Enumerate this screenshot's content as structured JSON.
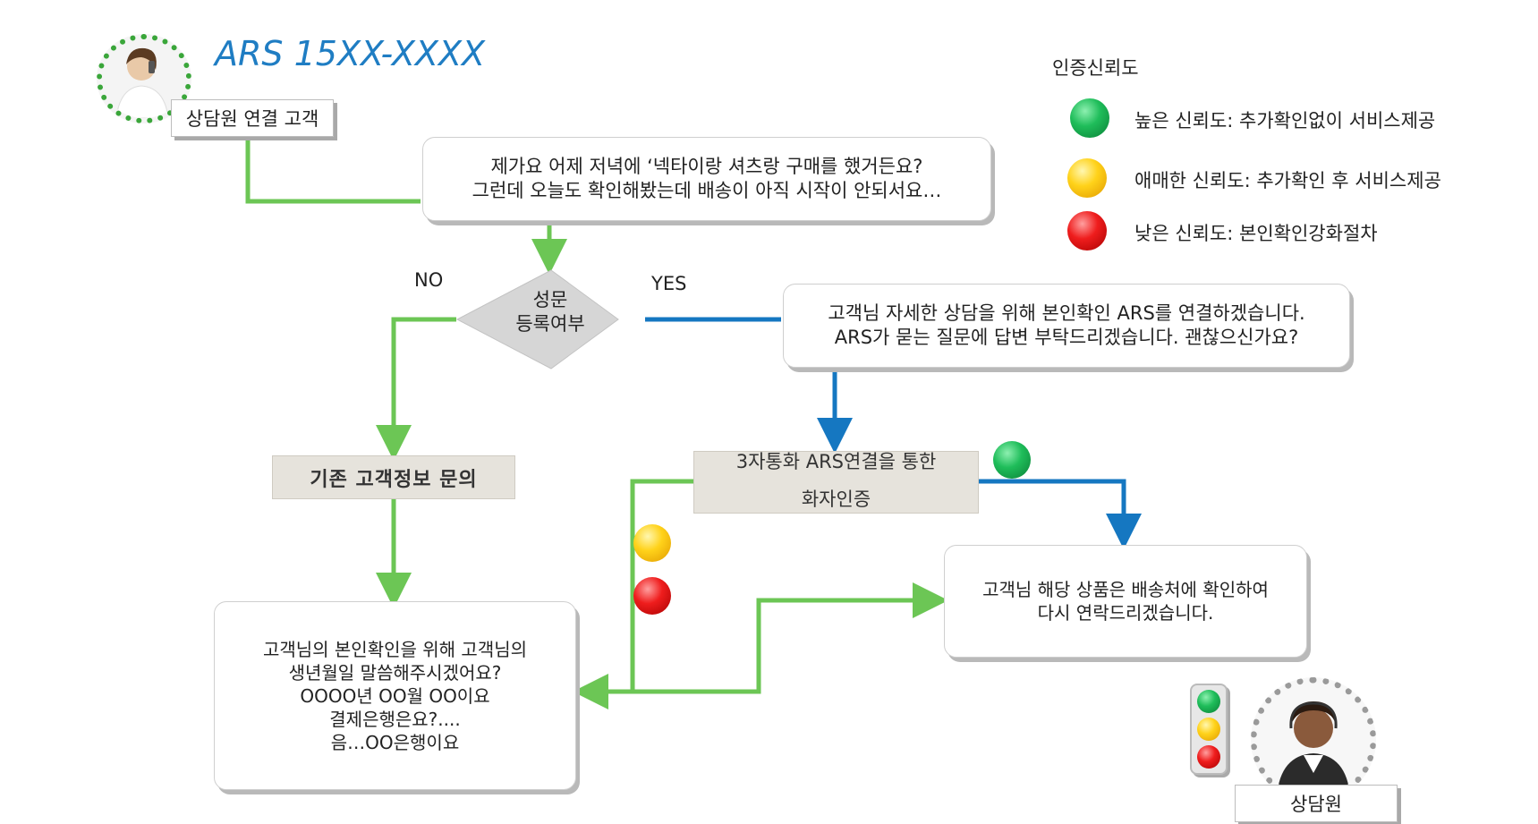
{
  "header": {
    "title": "ARS 15XX-XXXX"
  },
  "customer_tag": "상담원 연결 고객",
  "customer_speech": [
    "제가요 어제 저녁에 ‘넥타이랑 셔츠랑 구매를 했거든요?",
    "그런데 오늘도 확인해봤는데 배송이 아직 시작이 안되서요…"
  ],
  "decision": {
    "lines": [
      "성문",
      "등록여부"
    ],
    "no_label": "NO",
    "yes_label": "YES"
  },
  "ars_prompt": [
    "고객님 자세한 상담을 위해 본인확인 ARS를 연결하겠습니다.",
    "ARS가 묻는 질문에 답변 부탁드리겠습니다. 괜찮으신가요?"
  ],
  "existing_info": "기존 고객정보 문의",
  "three_way": [
    "3자통화 ARS연결을 통한",
    "화자인증"
  ],
  "verify_dialog": [
    "고객님의 본인확인을 위해 고객님의",
    "생년월일 말씀해주시겠어요?",
    "OOOO년 OO월 OO이요",
    "결제은행은요?....",
    "음…OO은행이요"
  ],
  "delivery_reply": [
    "고객님 해당 상품은 배송처에 확인하여",
    "다시 연락드리겠습니다."
  ],
  "legend": {
    "title": "인증신뢰도",
    "items": [
      {
        "color": "green",
        "text": "높은 신뢰도: 추가확인없이 서비스제공"
      },
      {
        "color": "yellow",
        "text": "애매한 신뢰도: 추가확인 후 서비스제공"
      },
      {
        "color": "red",
        "text": "낮은 신뢰도: 본인확인강화절차"
      }
    ]
  },
  "agent_tag": "상담원",
  "colors": {
    "flow_green": "#6cc655",
    "flow_blue": "#1577c1",
    "title_blue": "#1f7dc3"
  },
  "icons": {
    "customer": "customer-avatar-icon",
    "agent": "agent-avatar-icon",
    "traffic_light": "traffic-light-icon"
  }
}
